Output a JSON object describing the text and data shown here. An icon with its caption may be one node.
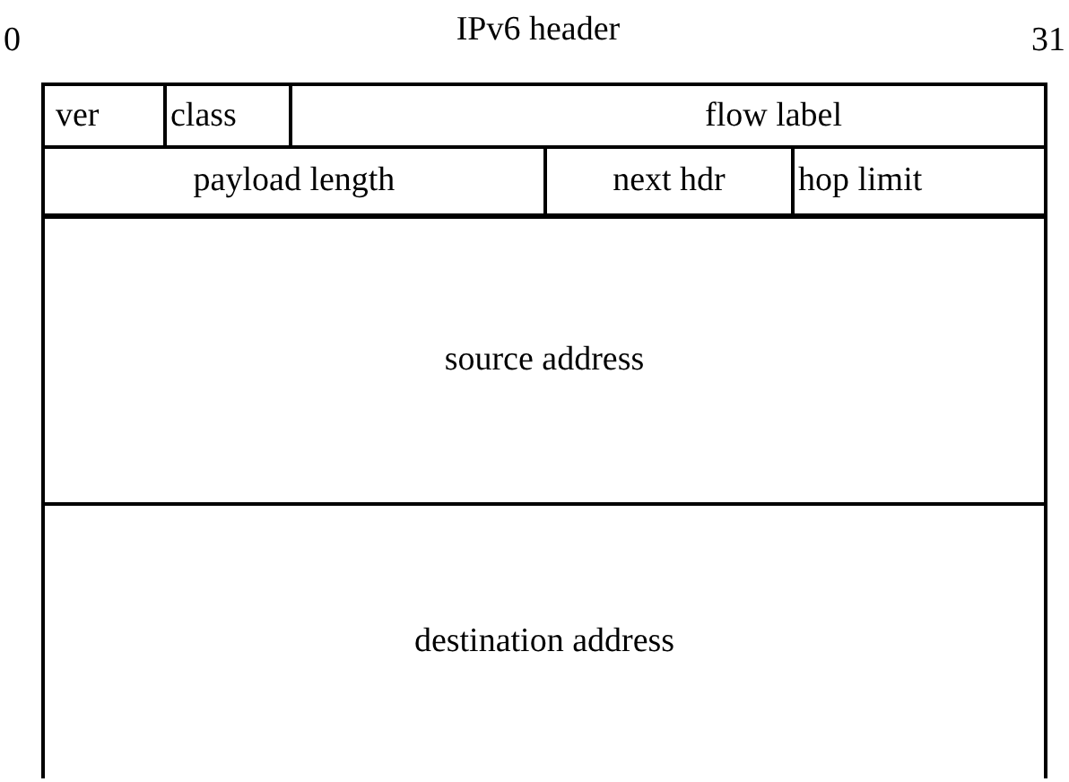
{
  "diagram": {
    "title": "IPv6 header",
    "nodes": [
      {
        "text": [
          "ver"
        ]
      },
      {
        "text": [
          "class"
        ]
      },
      {
        "text": [
          "flow label"
        ]
      },
      {
        "text": [
          "payload length"
        ]
      },
      {
        "text": [
          "next hdr"
        ]
      },
      {
        "text": [
          "hop limit"
        ]
      },
      {
        "text": [
          "source address"
        ]
      },
      {
        "text": [
          "destination address"
        ]
      }
    ],
    "labels": [
      "0",
      "31"
    ]
  }
}
